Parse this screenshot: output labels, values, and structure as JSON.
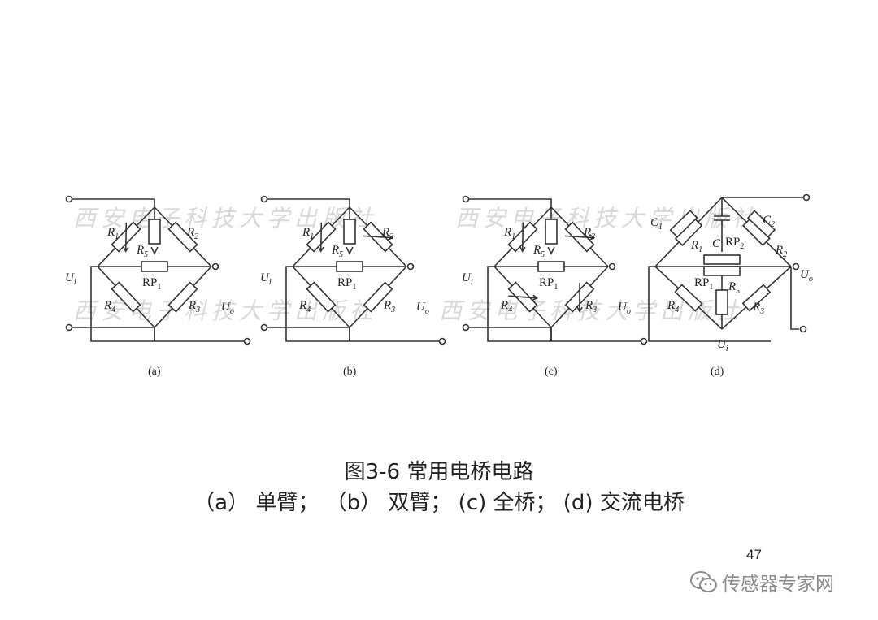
{
  "watermark": "西安电子科技大学出版社",
  "figure_caption": {
    "title": "图3-6 常用电桥电路",
    "subtitle": "（a） 单臂； （b） 双臂； (c) 全桥； (d) 交流电桥"
  },
  "page_number": "47",
  "brand": "传感器专家网",
  "circuits": [
    {
      "panel": "(a)",
      "variable": [
        "R1"
      ]
    },
    {
      "panel": "(b)",
      "variable": [
        "R1",
        "R2"
      ]
    },
    {
      "panel": "(c)",
      "variable": [
        "R1",
        "R2",
        "R3",
        "R4"
      ]
    },
    {
      "panel": "(d)"
    }
  ]
}
